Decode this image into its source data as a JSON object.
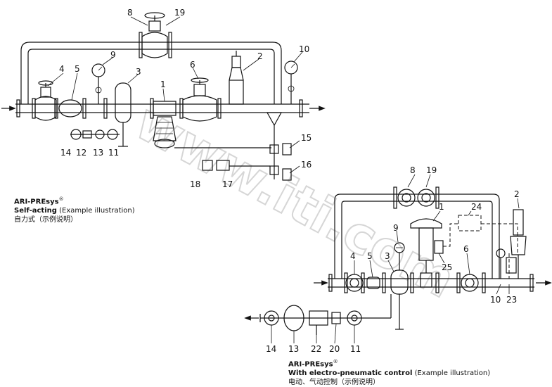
{
  "watermark": "www.iti.com",
  "diagram1": {
    "title": "ARI-PREsys",
    "title_mark": "®",
    "subtitle_bold": "Self-acting",
    "subtitle_note": "(Example illustration)",
    "subtitle_cn": "自力式（示例说明）",
    "labels": [
      "1",
      "2",
      "3",
      "4",
      "5",
      "6",
      "8",
      "9",
      "10",
      "11",
      "12",
      "13",
      "14",
      "15",
      "16",
      "17",
      "18",
      "19"
    ]
  },
  "diagram2": {
    "title": "ARI-PREsys",
    "title_mark": "®",
    "subtitle_bold": "With electro-pneumatic control",
    "subtitle_note": "(Example illustration)",
    "subtitle_cn": "电动、气动控制（示例说明）",
    "labels": [
      "1",
      "2",
      "3",
      "4",
      "5",
      "6",
      "8",
      "9",
      "10",
      "11",
      "13",
      "14",
      "19",
      "20",
      "22",
      "23",
      "24",
      "25"
    ]
  }
}
